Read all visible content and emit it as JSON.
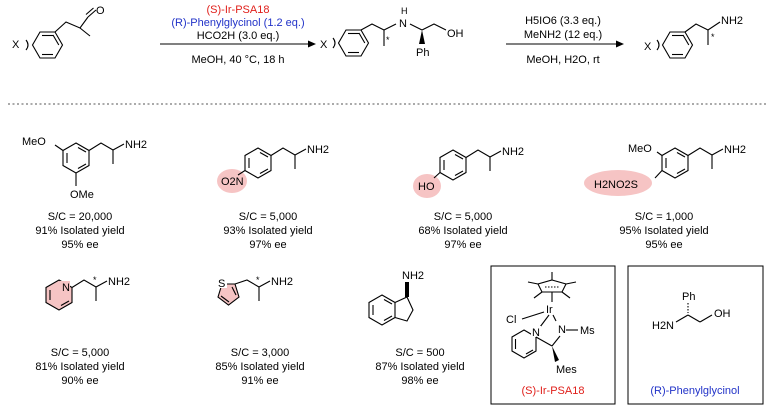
{
  "reaction": {
    "x_label": "X",
    "o_label": "O",
    "step1": {
      "catalyst": "(S)-Ir-PSA18",
      "auxiliary": "(R)-Phenylglycinol (1.2 eq.)",
      "acid": "HCO2H (3.0 eq.)",
      "conditions": "MeOH, 40 °C, 18 h"
    },
    "intermediate": {
      "h_label": "H",
      "n_label": "N",
      "oh_label": "OH",
      "ph_label": "Ph",
      "star": "*"
    },
    "step2": {
      "reagent1": "H5IO6 (3.3 eq.)",
      "reagent2": "MeNH2 (12 eq.)",
      "conditions": "MeOH, H2O, rt"
    },
    "product": {
      "nh2_label": "NH2",
      "star": "*"
    }
  },
  "highlight_color": "#f6c4c4",
  "examples": [
    {
      "id": "dimethoxy",
      "groups": [
        "MeO",
        "OMe"
      ],
      "amine": "NH2",
      "sc": "S/C = 20,000",
      "yield": "91% Isolated yield",
      "ee": "95% ee"
    },
    {
      "id": "nitro",
      "groups": [
        "O2N"
      ],
      "amine": "NH2",
      "sc": "S/C = 5,000",
      "yield": "93% Isolated yield",
      "ee": "97% ee"
    },
    {
      "id": "hydroxy",
      "groups": [
        "HO"
      ],
      "amine": "NH2",
      "sc": "S/C = 5,000",
      "yield": "68% Isolated yield",
      "ee": "97% ee"
    },
    {
      "id": "sulfonamide",
      "groups": [
        "MeO",
        "H2NO2S"
      ],
      "amine": "NH2",
      "sc": "S/C = 1,000",
      "yield": "95% Isolated yield",
      "ee": "95% ee"
    },
    {
      "id": "pyridyl",
      "groups": [
        "N",
        "*"
      ],
      "amine": "NH2",
      "sc": "S/C = 5,000",
      "yield": "81% Isolated yield",
      "ee": "90% ee"
    },
    {
      "id": "thienyl",
      "groups": [
        "S",
        "*"
      ],
      "amine": "NH2",
      "sc": "S/C = 3,000",
      "yield": "85% Isolated yield",
      "ee": "91% ee"
    },
    {
      "id": "aminoindane",
      "groups": [],
      "amine": "NH2",
      "sc": "S/C = 500",
      "yield": "87% Isolated yield",
      "ee": "98% ee"
    }
  ],
  "catalyst_box": {
    "name": "(S)-Ir-PSA18",
    "atoms": [
      "Ir",
      "Cl",
      "N",
      "Ms",
      "N",
      "Mes"
    ]
  },
  "auxiliary_box": {
    "name": "(R)-Phenylglycinol",
    "atoms": [
      "Ph",
      "H2N",
      "OH"
    ]
  }
}
